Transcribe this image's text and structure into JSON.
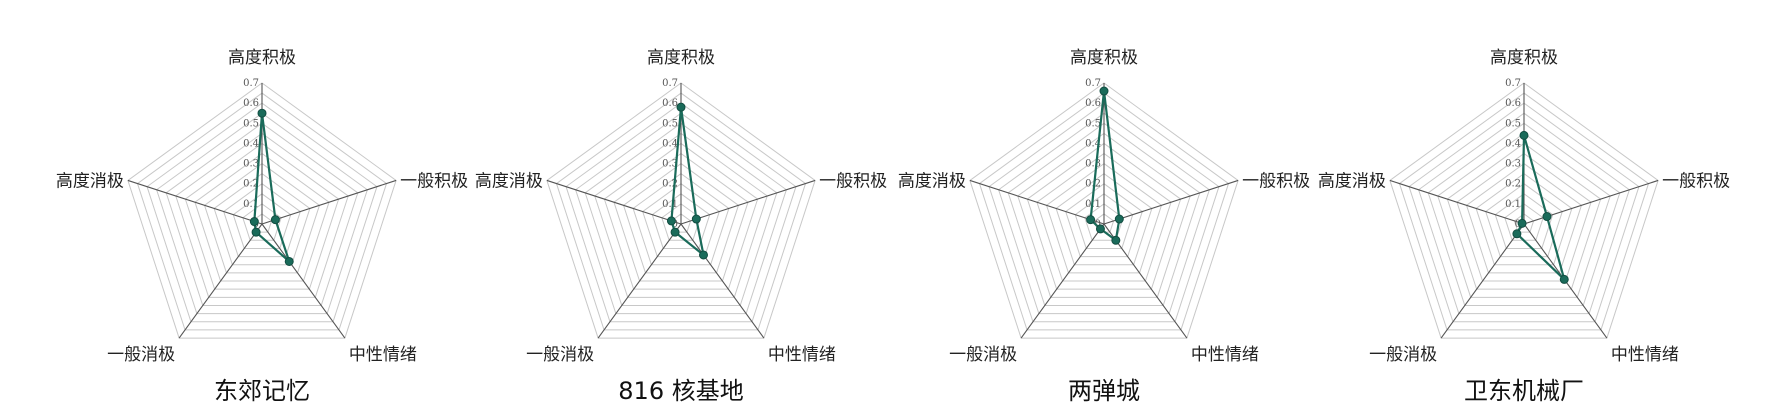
{
  "chart_data": [
    {
      "type": "radar",
      "title": "东郊记忆",
      "axes": [
        "高度积极",
        "一般积极",
        "中性情绪",
        "一般消极",
        "高度消极"
      ],
      "ticks": [
        "0",
        "0.1",
        "0.2",
        "0.3",
        "0.4",
        "0.5",
        "0.6",
        "0.7"
      ],
      "rlim": [
        0,
        0.7
      ],
      "values": [
        0.55,
        0.07,
        0.23,
        0.05,
        0.04
      ],
      "color": "#1a6b5a"
    },
    {
      "type": "radar",
      "title": "816 核基地",
      "axes": [
        "高度积极",
        "一般积极",
        "中性情绪",
        "一般消极",
        "高度消极"
      ],
      "ticks": [
        "0",
        "0.1",
        "0.2",
        "0.3",
        "0.4",
        "0.5",
        "0.6",
        "0.7"
      ],
      "rlim": [
        0,
        0.7
      ],
      "values": [
        0.58,
        0.08,
        0.19,
        0.05,
        0.05
      ],
      "color": "#1a6b5a"
    },
    {
      "type": "radar",
      "title": "两弹城",
      "axes": [
        "高度积极",
        "一般积极",
        "中性情绪",
        "一般消极",
        "高度消极"
      ],
      "ticks": [
        "0",
        "0.1",
        "0.2",
        "0.3",
        "0.4",
        "0.5",
        "0.6",
        "0.7"
      ],
      "rlim": [
        0,
        0.7
      ],
      "values": [
        0.66,
        0.08,
        0.1,
        0.03,
        0.07
      ],
      "color": "#1a6b5a"
    },
    {
      "type": "radar",
      "title": "卫东机械厂",
      "axes": [
        "高度积极",
        "一般积极",
        "中性情绪",
        "一般消极",
        "高度消极"
      ],
      "ticks": [
        "0",
        "0.1",
        "0.2",
        "0.3",
        "0.4",
        "0.5",
        "0.6",
        "0.7"
      ],
      "rlim": [
        0,
        0.7
      ],
      "values": [
        0.44,
        0.12,
        0.34,
        0.06,
        0.01
      ],
      "color": "#1a6b5a"
    }
  ]
}
